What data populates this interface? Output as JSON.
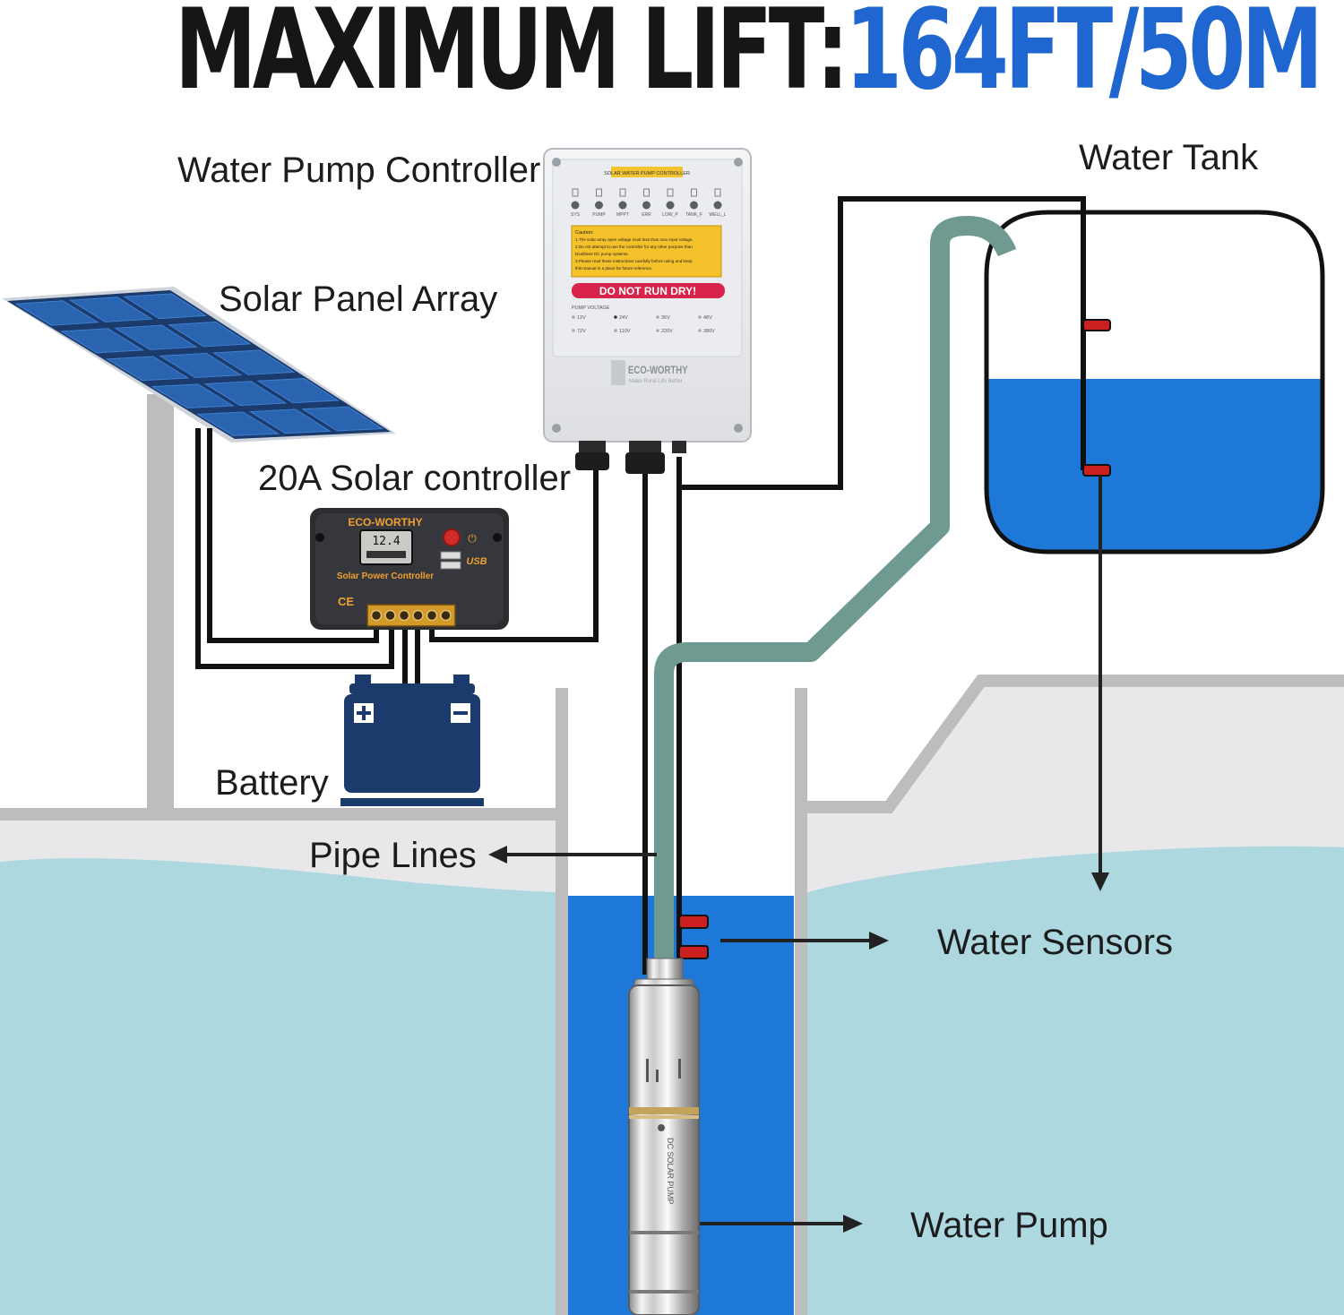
{
  "header": {
    "title_prefix": "MAXIMUM LIFT:",
    "title_value": "164FT/50M",
    "accent_color": "#1f66d0"
  },
  "labels": {
    "pump_controller": "Water Pump Controller",
    "water_tank": "Water Tank",
    "solar_array": "Solar Panel Array",
    "solar_controller": "20A Solar controller",
    "battery": "Battery",
    "pipe_lines": "Pipe Lines",
    "water_sensors": "Water Sensors",
    "water_pump": "Water Pump"
  },
  "controller_box": {
    "header": "SOLAR WATER PUMP CONTROLLER",
    "indicators": [
      "SYS",
      "PUMP",
      "MPPT",
      "ERR",
      "LOW_P",
      "TANK_F",
      "WELL_L"
    ],
    "caution_title": "Caution:",
    "caution_lines": [
      "1.The solar array open voltage must less than max input voltage.",
      "2.Do not attempt to use the controller for any other purpose than",
      "brushless DC pump systems.",
      "3.Please read these instructions carefully before using and keep",
      "this manual in a place for future reference."
    ],
    "warning": "DO NOT RUN DRY!",
    "voltage_title": "PUMP VOLTAGE",
    "voltages": [
      "12V",
      "24V",
      "36V",
      "48V",
      "72V",
      "110V",
      "220V",
      "380V"
    ],
    "brand": "ECO-WORTHY",
    "tagline": "Make Rural Life Better"
  },
  "solar_controller_unit": {
    "brand": "ECO-WORTHY",
    "display": "12.4",
    "name": "Solar Power Controller",
    "usb": "USB",
    "ce": "CE"
  },
  "pump_marking": "DC SOLAR PUMP",
  "colors": {
    "pipe": "#6f9a91",
    "deep_water": "#1e78d8",
    "ground_water": "#add8e0",
    "ground_line": "#bdbdbd",
    "ground_fill": "#e8e8ea",
    "sensor": "#cc1f1f",
    "cable": "#111111"
  }
}
